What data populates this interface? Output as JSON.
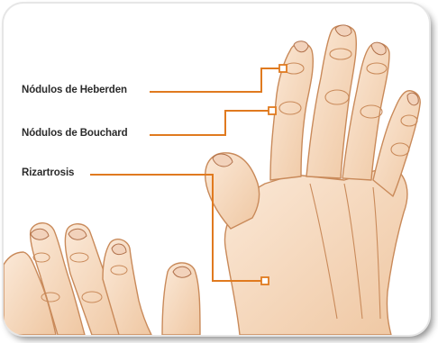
{
  "labels": {
    "heberden": "Nódulos de Heberden",
    "bouchard": "Nódulos de Bouchard",
    "rizartrosis": "Rizartrosis"
  },
  "colors": {
    "leader_line": "#e07a1f",
    "skin_fill": "#f6dcc3",
    "skin_stroke": "#c98a5a",
    "frame_shadow": "#555555"
  },
  "icons": {
    "marker": "orange-square-marker"
  }
}
